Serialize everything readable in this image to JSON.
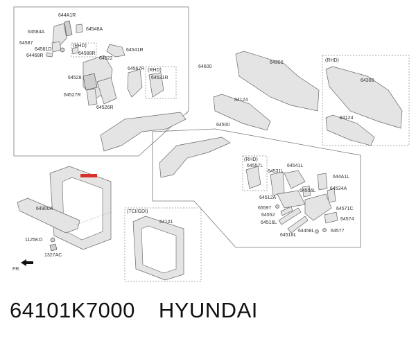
{
  "caption": {
    "part_number": "64101K7000",
    "brand": "HYUNDAI"
  },
  "labels": {
    "l644A1R": "644A1R",
    "l64548A": "64548A",
    "l64584A": "64584A",
    "l64587": "64587",
    "l64581D": "64581D",
    "l64468R": "64468R",
    "rhd1": "(RHD)",
    "l64588R": "64588R",
    "l64541R": "64541R",
    "l64522": "64522",
    "l64528": "64528",
    "l64567R": "64567R",
    "rhd2": "(RHD)",
    "l64531R": "64531R",
    "l64527R": "64527R",
    "l64526R": "64526R",
    "l64600": "64600",
    "l64300a": "64300",
    "rhd3": "(RHD)",
    "l64300b": "64300",
    "l84124a": "84124",
    "l84124b": "84124",
    "l64500": "64500",
    "rhd4": "(RHD)",
    "l64557L": "64557L",
    "l64531L": "64531L",
    "l64541L": "64541L",
    "l644A1L": "644A1L",
    "l64534A": "64534A",
    "l64556L": "64556L",
    "l64512A": "64512A",
    "l65597": "65597",
    "l64552": "64552",
    "l64516L": "64516L",
    "l64571C": "64571C",
    "l64574": "64574",
    "l64518L": "64518L",
    "l64458L": "64458L",
    "l64577": "64577",
    "l64900A": "64900A",
    "l1125KO": "1125KO",
    "l1327AC": "1327AC",
    "tci": "(TCI/GDI)",
    "l64101": "64101",
    "fr": "FR."
  },
  "colors": {
    "highlight": "#d9302c",
    "frame": "#777777",
    "part": "#e4e4e4"
  },
  "icons": [
    "front-direction-arrow-icon"
  ]
}
